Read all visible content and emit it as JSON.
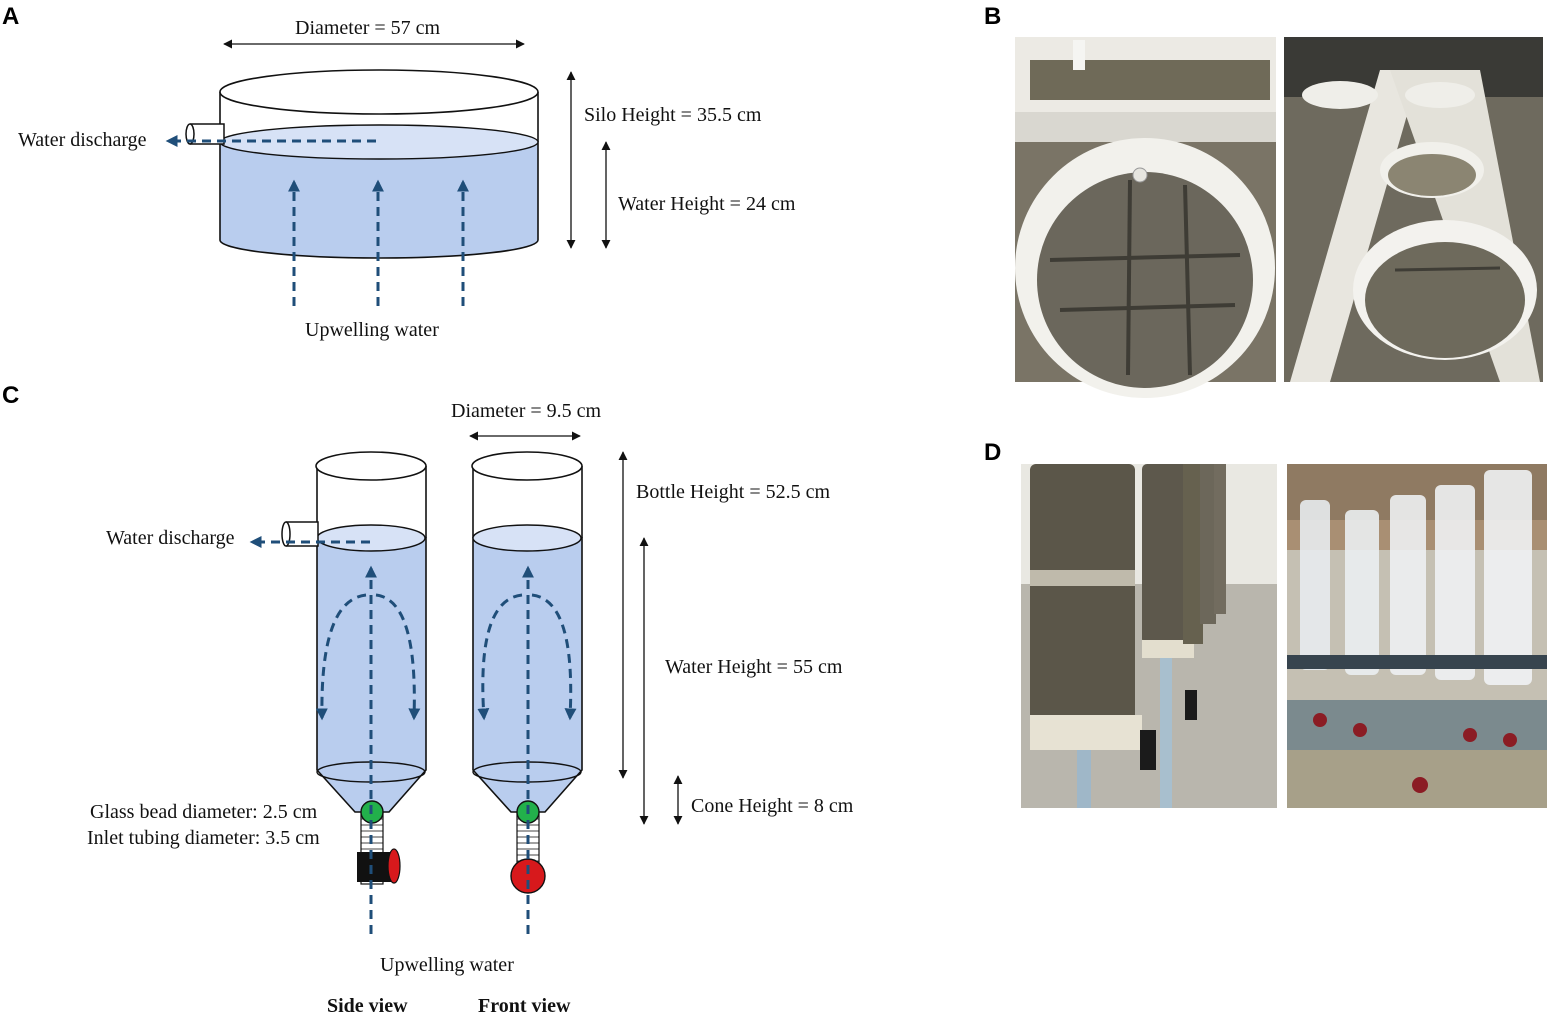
{
  "panels": {
    "a": "A",
    "b": "B",
    "c": "C",
    "d": "D"
  },
  "silo": {
    "diameter": "Diameter = 57 cm",
    "silo_height": "Silo Height = 35.5 cm",
    "water_height": "Water Height = 24 cm",
    "water_discharge": "Water discharge",
    "upwelling": "Upwelling water"
  },
  "bottle": {
    "diameter": "Diameter = 9.5 cm",
    "bottle_height": "Bottle Height = 52.5 cm",
    "water_height": "Water Height = 55 cm",
    "cone_height": "Cone Height = 8 cm",
    "water_discharge": "Water discharge",
    "glass_bead": "Glass bead diameter: 2.5 cm",
    "inlet_tubing": "Inlet tubing diameter: 3.5 cm",
    "upwelling": "Upwelling water",
    "side_view": "Side view",
    "front_view": "Front view"
  },
  "colors": {
    "water": "#b9cdee",
    "flow_arrow": "#1f4e79",
    "bead": "#22b04b",
    "valve_red": "#d7191c",
    "valve_black": "#111111"
  }
}
